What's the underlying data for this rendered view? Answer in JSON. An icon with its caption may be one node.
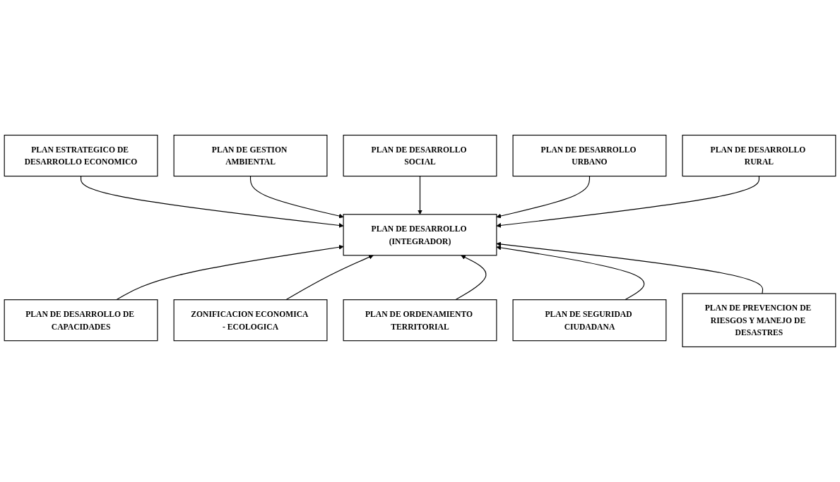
{
  "diagram": {
    "nodes": [
      {
        "text": [
          "PLAN ESTRATEGICO DE DESARROLLO ECONOMICO"
        ]
      },
      {
        "text": [
          "PLAN DE GESTION AMBIENTAL"
        ]
      },
      {
        "text": [
          "PLAN DE DESARROLLO SOCIAL"
        ]
      },
      {
        "text": [
          "PLAN DE DESARROLLO URBANO"
        ]
      },
      {
        "text": [
          "PLAN DE DESARROLLO (INTEGRADOR)"
        ]
      },
      {
        "text": [
          "PLAN DE DESARROLLO RURAL"
        ]
      },
      {
        "text": [
          "PLAN DE DESARROLLO DE CAPACIDADES"
        ]
      },
      {
        "text": [
          "ZONIFICACION ECONOMICA - ECOLOGICA"
        ]
      },
      {
        "text": [
          "PLAN DE ORDENAMIENTO TERRITORIAL"
        ]
      },
      {
        "text": [
          "PLAN DE SEGURIDAD CIUDADANA"
        ]
      },
      {
        "text": [
          "PLAN DE PREVENCION DE RIESGOS Y MANEJO DE DESASTRES"
        ]
      }
    ],
    "edges": [
      {
        "from": 0,
        "to": 4,
        "arrow": "to"
      },
      {
        "from": 1,
        "to": 4,
        "arrow": "to"
      },
      {
        "from": 2,
        "to": 4,
        "arrow": "to"
      },
      {
        "from": 3,
        "to": 4,
        "arrow": "to"
      },
      {
        "from": 5,
        "to": 4,
        "arrow": "to"
      },
      {
        "from": 6,
        "to": 4,
        "arrow": "to"
      },
      {
        "from": 7,
        "to": 4,
        "arrow": "to"
      },
      {
        "from": 8,
        "to": 4,
        "arrow": "to"
      },
      {
        "from": 9,
        "to": 4,
        "arrow": "to"
      },
      {
        "from": 10,
        "to": 4,
        "arrow": "to"
      }
    ]
  }
}
